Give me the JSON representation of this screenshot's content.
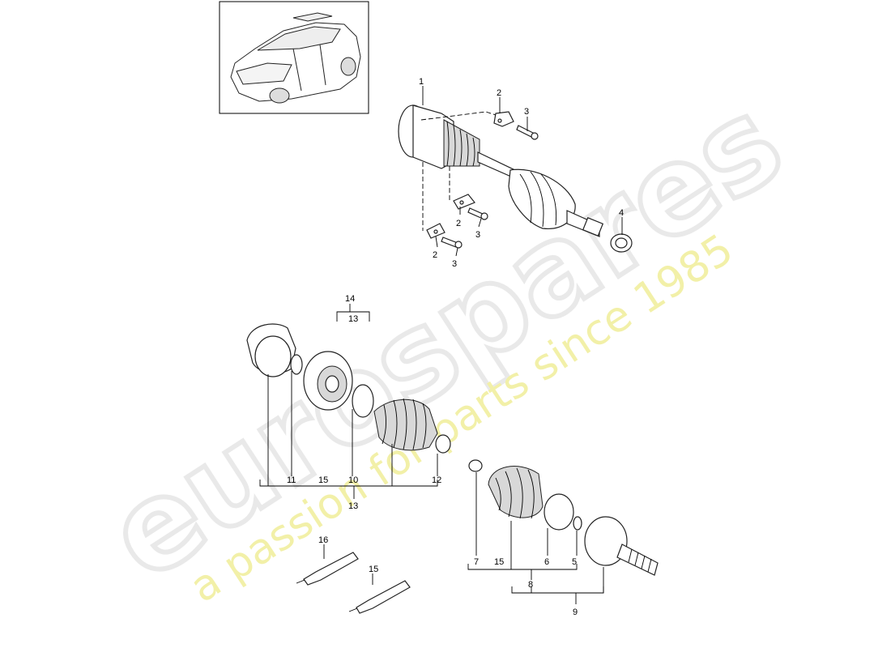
{
  "watermark": {
    "brand": "eurospares",
    "tagline": "a passion for parts since 1985"
  },
  "callouts": {
    "c1": "1",
    "c2a": "2",
    "c2b": "2",
    "c2c": "2",
    "c3a": "3",
    "c3b": "3",
    "c3c": "3",
    "c4": "4",
    "c14": "14",
    "c13a": "13",
    "c11": "11",
    "c15a": "15",
    "c10": "10",
    "c12": "12",
    "c13b": "13",
    "c7": "7",
    "c15b": "15",
    "c6": "6",
    "c5": "5",
    "c8": "8",
    "c9": "9",
    "c16": "16",
    "c15c": "15"
  },
  "colors": {
    "watermark_gray": "#e9e9e9",
    "watermark_yellow": "#f2f0a8",
    "line": "#000000"
  }
}
